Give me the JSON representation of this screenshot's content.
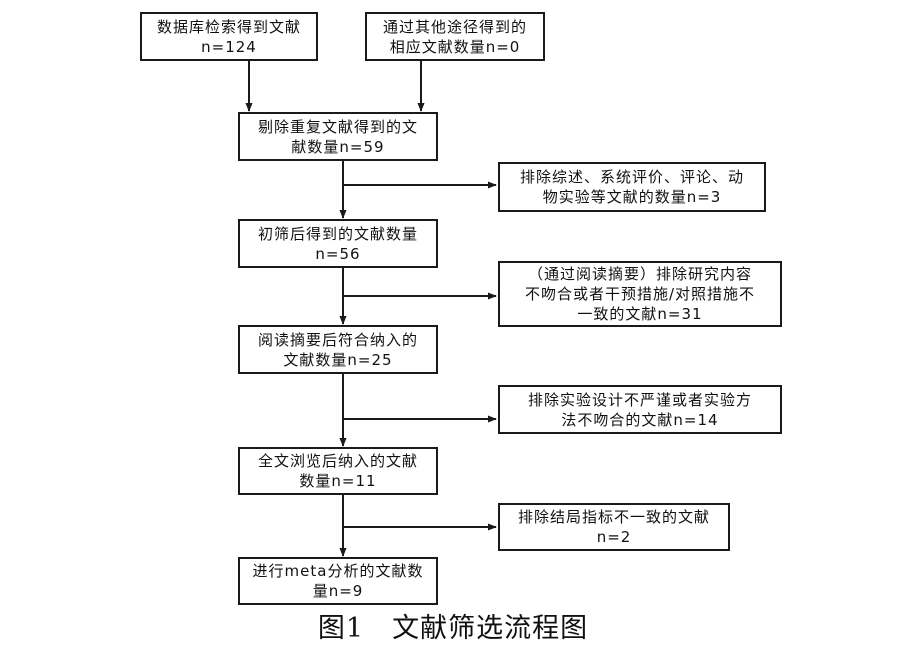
{
  "boxes": {
    "db": {
      "line1": "数据库检索得到文献",
      "line2": "n=124"
    },
    "other": {
      "line1": "通过其他途径得到的",
      "line2": "相应文献数量n=0"
    },
    "dedup": {
      "line1": "剔除重复文献得到的文",
      "line2": "献数量n=59"
    },
    "excl1": {
      "line1": "排除综述、系统评价、评论、动",
      "line2": "物实验等文献的数量n=3"
    },
    "screen": {
      "line1": "初筛后得到的文献数量",
      "line2": "n=56"
    },
    "excl2": {
      "line1": "（通过阅读摘要）排除研究内容",
      "line2": "不吻合或者干预措施/对照措施不",
      "line3": "一致的文献n=31"
    },
    "abstract": {
      "line1": "阅读摘要后符合纳入的",
      "line2": "文献数量n=25"
    },
    "excl3": {
      "line1": "排除实验设计不严谨或者实验方",
      "line2": "法不吻合的文献n=14"
    },
    "fulltext": {
      "line1": "全文浏览后纳入的文献",
      "line2": "数量n=11"
    },
    "excl4": {
      "line1": "排除结局指标不一致的文献",
      "line2": "n=2"
    },
    "meta": {
      "line1": "进行meta分析的文献数",
      "line2": "量n=9"
    }
  },
  "caption": "图1　文献筛选流程图"
}
